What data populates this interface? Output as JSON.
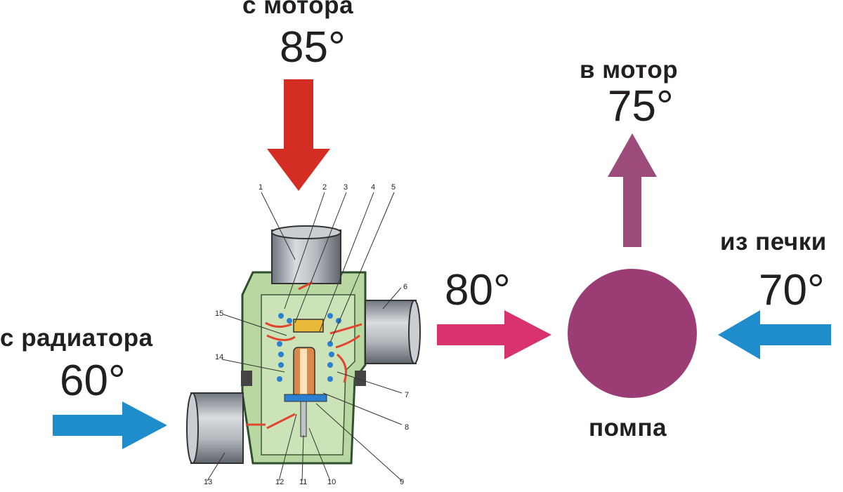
{
  "flows": {
    "engine_in": {
      "label": "с мотора",
      "temp": "85°"
    },
    "engine_out": {
      "label": "в мотор",
      "temp": "75°"
    },
    "heater": {
      "label": "из печки",
      "temp": "70°"
    },
    "radiator": {
      "label": "с радиатора",
      "temp": "60°"
    },
    "mixed": {
      "temp": "80°"
    }
  },
  "pump": {
    "label": "помпа"
  },
  "part_numbers": [
    "1",
    "2",
    "3",
    "4",
    "5",
    "6",
    "7",
    "8",
    "9",
    "10",
    "11",
    "12",
    "13",
    "14",
    "15"
  ],
  "colors": {
    "hot_arrow": "#d42d23",
    "cold_arrow": "#1f8ccb",
    "mixed_arrow": "#d8336f",
    "out_arrow": "#9c4b7a",
    "pump": "#9b3d74",
    "housing": "#b9d7a0",
    "pipe": "#a7acb1",
    "flow": "#e2452e"
  }
}
